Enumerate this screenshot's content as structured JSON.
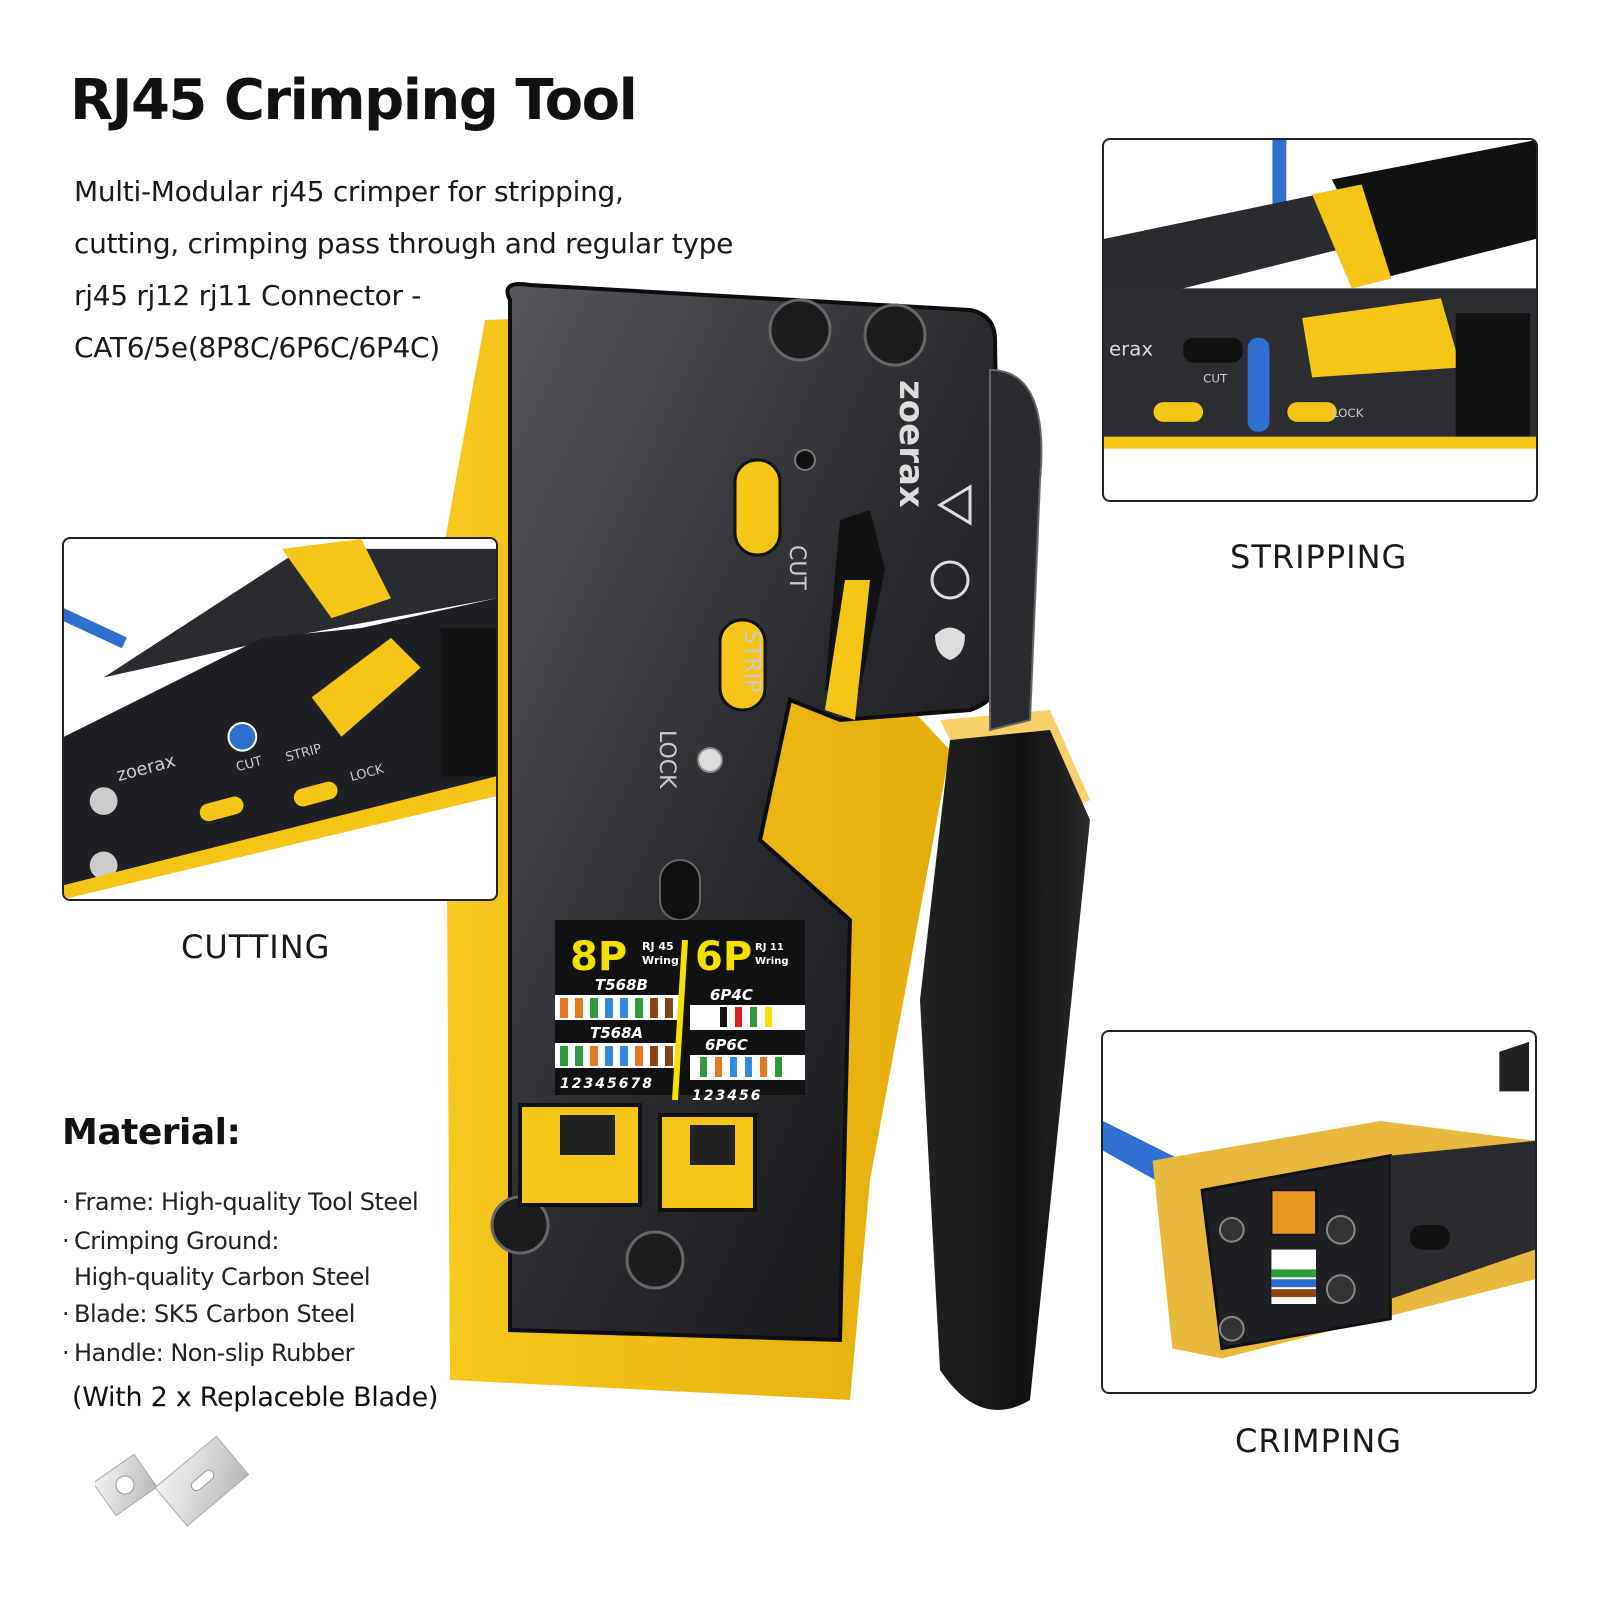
{
  "header": {
    "title": "RJ45 Crimping Tool",
    "description": "Multi-Modular rj45 crimper for stripping, cutting, crimping pass through and regular type rj45 rj12 rj11 Connector - CAT6/5e(8P8C/6P6C/6P4C)"
  },
  "product": {
    "brand": "zoerax",
    "labels": {
      "cut": "CUT",
      "strip": "STRIP",
      "lock": "LOCK"
    },
    "wiring_chart": {
      "left": {
        "big": "8P",
        "small_1": "RJ 45",
        "small_2": "Wring",
        "top_standard": "T568B",
        "bottom_standard": "T568A",
        "pins": "12345678"
      },
      "right": {
        "big": "6P",
        "small_1": "RJ 11",
        "small_2": "Wring",
        "top_standard": "6P4C",
        "bottom_standard": "6P6C",
        "pins": "123456"
      }
    },
    "colors": {
      "yellow": "#f5c518",
      "black": "#1c1c1e",
      "steel": "#3a3b3f",
      "cable_blue": "#2f6fd0"
    }
  },
  "panels": [
    {
      "id": "stripping",
      "caption": "STRIPPING"
    },
    {
      "id": "cutting",
      "caption": "CUTTING"
    },
    {
      "id": "crimping",
      "caption": "CRIMPING"
    }
  ],
  "material": {
    "title": "Material:",
    "items": [
      {
        "text": "Frame: High-quality Tool Steel"
      },
      {
        "text": "Crimping Ground:",
        "sub": "High-quality Carbon Steel"
      },
      {
        "text": "Blade: SK5 Carbon Steel"
      },
      {
        "text": "Handle: Non-slip Rubber"
      }
    ],
    "note": "(With 2 x Replaceble Blade)"
  }
}
